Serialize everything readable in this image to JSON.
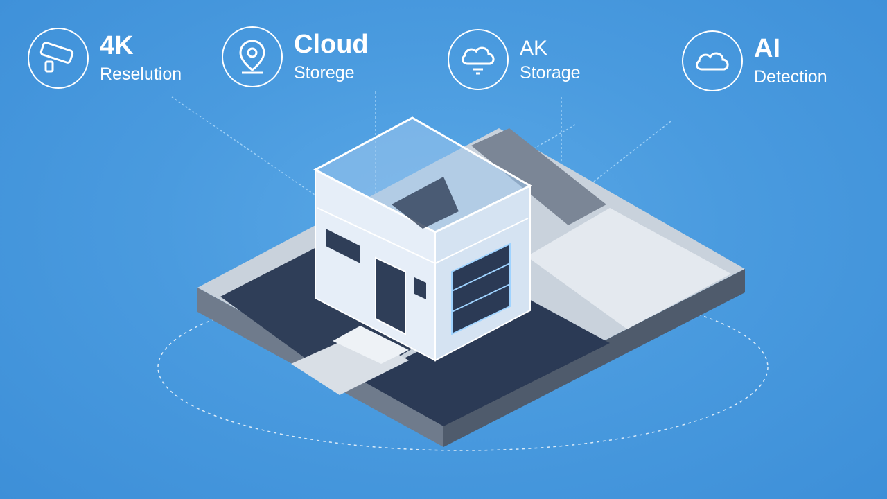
{
  "features": [
    {
      "title": "4K",
      "subtitle": "Reselution",
      "icon": "security-camera-icon"
    },
    {
      "title": "Cloud",
      "subtitle": "Storege",
      "icon": "map-pin-icon"
    },
    {
      "title": "AK",
      "subtitle": "Storage",
      "icon": "cloud-signal-icon"
    },
    {
      "title": "AI",
      "subtitle": "Detection",
      "icon": "cloud-icon"
    }
  ],
  "colors": {
    "background": "#4a9bdf",
    "line_white": "#ffffff",
    "wall_light": "#e6eef8",
    "ground_dark": "#2f3e58",
    "base_gray": "#6f7b8c"
  }
}
